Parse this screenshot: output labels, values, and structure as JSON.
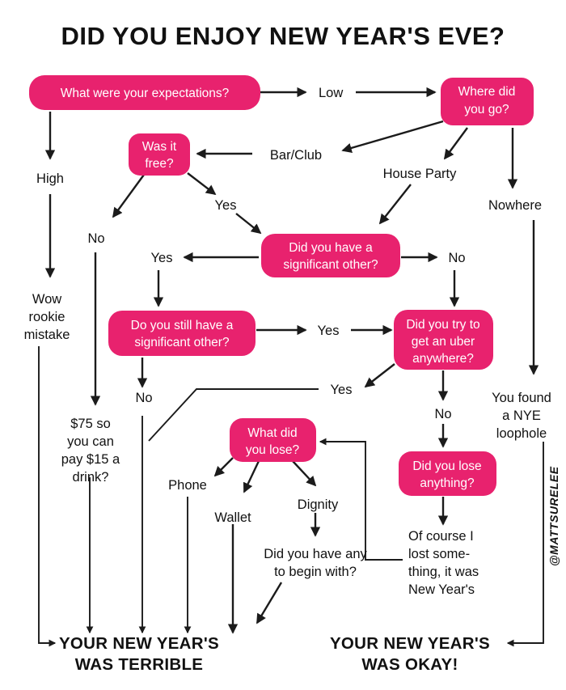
{
  "title": "DID YOU ENJOY NEW YEAR'S EVE?",
  "watermark": "@MATTSURELEE",
  "colors": {
    "node_fill": "#E8226E",
    "node_text": "#ffffff",
    "ink": "#1b1b1b",
    "background": "#ffffff"
  },
  "chart_data": {
    "type": "diagram",
    "title": "DID YOU ENJOY NEW YEAR'S EVE?",
    "diagram_kind": "flowchart",
    "nodes": [
      {
        "id": "n1",
        "label": "What were your expectations?"
      },
      {
        "id": "n2",
        "label": "Where did you go?"
      },
      {
        "id": "n3",
        "label": "Was it free?"
      },
      {
        "id": "n4",
        "label": "Did you have a significant other?"
      },
      {
        "id": "n5",
        "label": "Do you still have a significant other?"
      },
      {
        "id": "n6",
        "label": "Did you try to get an uber anywhere?"
      },
      {
        "id": "n7",
        "label": "What did you lose?"
      },
      {
        "id": "n8",
        "label": "Did you lose anything?"
      }
    ],
    "edges": [
      {
        "from": "n1",
        "to": "n2",
        "label": "Low"
      },
      {
        "from": "n1",
        "to": "high",
        "label": "High"
      },
      {
        "from": "n2",
        "to": "n3",
        "label": "Bar/Club"
      },
      {
        "from": "n2",
        "to": "n4",
        "label": "House Party"
      },
      {
        "from": "n2",
        "to": "nowhere",
        "label": "Nowhere"
      },
      {
        "from": "n3",
        "to": "no1",
        "label": "No"
      },
      {
        "from": "n3",
        "to": "n4",
        "label": "Yes"
      },
      {
        "from": "n4",
        "to": "n5",
        "label": "Yes"
      },
      {
        "from": "n4",
        "to": "n6",
        "label": "No"
      },
      {
        "from": "n5",
        "to": "n6",
        "label": "Yes"
      },
      {
        "from": "n5",
        "to": "terrible",
        "label": "No"
      },
      {
        "from": "n6",
        "to": "n7",
        "label": "Yes"
      },
      {
        "from": "n6",
        "to": "n8",
        "label": "No"
      },
      {
        "from": "n7",
        "to": "terrible",
        "label": "Phone"
      },
      {
        "from": "n7",
        "to": "terrible",
        "label": "Wallet"
      },
      {
        "from": "n7",
        "to": "dignity",
        "label": "Dignity"
      },
      {
        "from": "n8",
        "to": "n7",
        "label": "Of course I lost something, it was New Year's"
      }
    ],
    "terminals": [
      "YOUR NEW YEAR'S WAS TERRIBLE",
      "YOUR NEW YEAR'S WAS OKAY!"
    ]
  },
  "nodes": {
    "expectations": {
      "line1": "What were your expectations?"
    },
    "where_did_you_go": {
      "line1": "Where did",
      "line2": "you go?"
    },
    "was_it_free": {
      "line1": "Was it",
      "line2": "free?"
    },
    "significant_other": {
      "line1": "Did you have a",
      "line2": "significant other?"
    },
    "still_significant_other": {
      "line1": "Do you still have a",
      "line2": "significant other?"
    },
    "uber": {
      "line1": "Did you try to",
      "line2": "get an uber",
      "line3": "anywhere?"
    },
    "what_did_you_lose": {
      "line1": "What did",
      "line2": "you lose?"
    },
    "lose_anything": {
      "line1": "Did you lose",
      "line2": "anything?"
    }
  },
  "edge_labels": {
    "low": "Low",
    "high": "High",
    "bar_club": "Bar/Club",
    "house_party": "House Party",
    "nowhere": "Nowhere",
    "free_no": "No",
    "free_yes": "Yes",
    "so_yes": "Yes",
    "so_no": "No",
    "still_so_yes": "Yes",
    "still_so_no": "No",
    "uber_yes": "Yes",
    "uber_no": "No",
    "phone": "Phone",
    "wallet": "Wallet",
    "dignity": "Dignity"
  },
  "annotations": {
    "wow_rookie": {
      "line1": "Wow",
      "line2": "rookie",
      "line3": "mistake"
    },
    "seventy_five": {
      "line1": "$75 so",
      "line2": "you can",
      "line3": "pay $15 a",
      "line4": "drink?"
    },
    "begin_with": {
      "line1": "Did you have any",
      "line2": "to begin with?"
    },
    "nye_loophole": {
      "line1": "You found",
      "line2": "a NYE",
      "line3": "loophole"
    },
    "of_course": {
      "line1": "Of course I",
      "line2": "lost some-",
      "line3": "thing, it was",
      "line4": "New Year's"
    }
  },
  "outcomes": {
    "terrible": {
      "line1": "YOUR NEW YEAR'S",
      "line2": "WAS TERRIBLE"
    },
    "okay": {
      "line1": "YOUR NEW YEAR'S",
      "line2": "WAS OKAY!"
    }
  }
}
